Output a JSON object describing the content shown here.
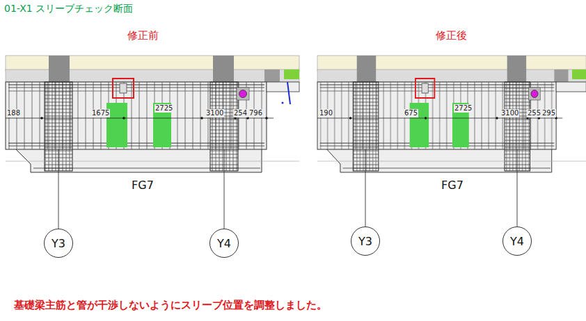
{
  "diagram": {
    "title": "01-X1 スリーブチェック断面",
    "caption": "基礎梁主筋と管が干渉しないようにスリーブ位置を調整しました。",
    "nodes": [
      {
        "text": [
          "Y3"
        ]
      },
      {
        "text": [
          "Y4"
        ]
      },
      {
        "text": [
          "Y3"
        ]
      },
      {
        "text": [
          "Y4"
        ]
      }
    ],
    "labels": [
      "修正前",
      "修正後",
      "188",
      "1675",
      "2725",
      "3100",
      "254",
      "796",
      "FG7",
      "190",
      "675",
      "2725",
      "3100",
      "255",
      "295",
      "FG7"
    ]
  }
}
